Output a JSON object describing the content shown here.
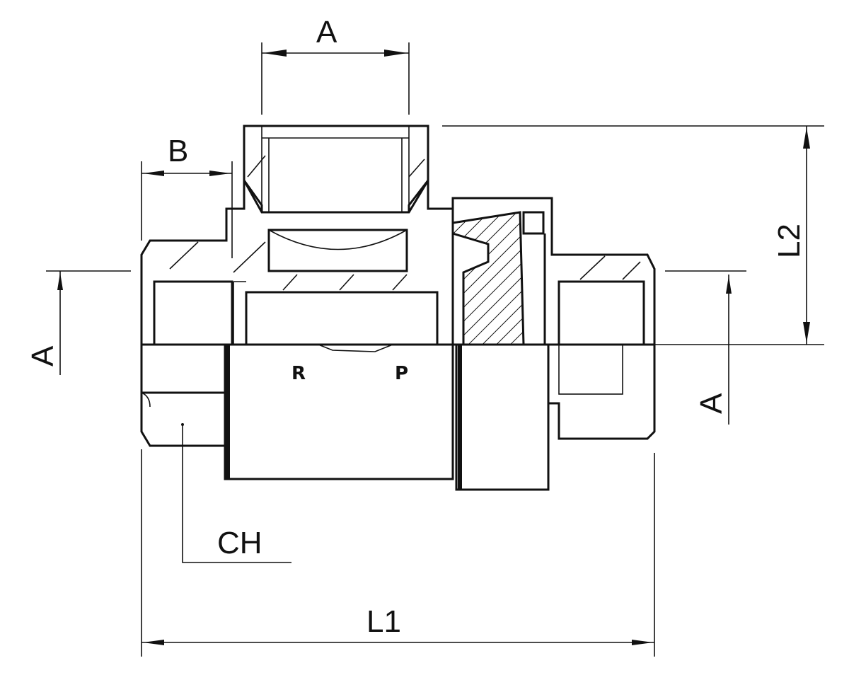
{
  "drawing": {
    "labels": {
      "top_a": "A",
      "b": "B",
      "left_a": "A",
      "right_a": "A",
      "l2": "L2",
      "ch": "CH",
      "l1": "L1"
    },
    "markings": {
      "r": "R",
      "p": "P"
    }
  }
}
